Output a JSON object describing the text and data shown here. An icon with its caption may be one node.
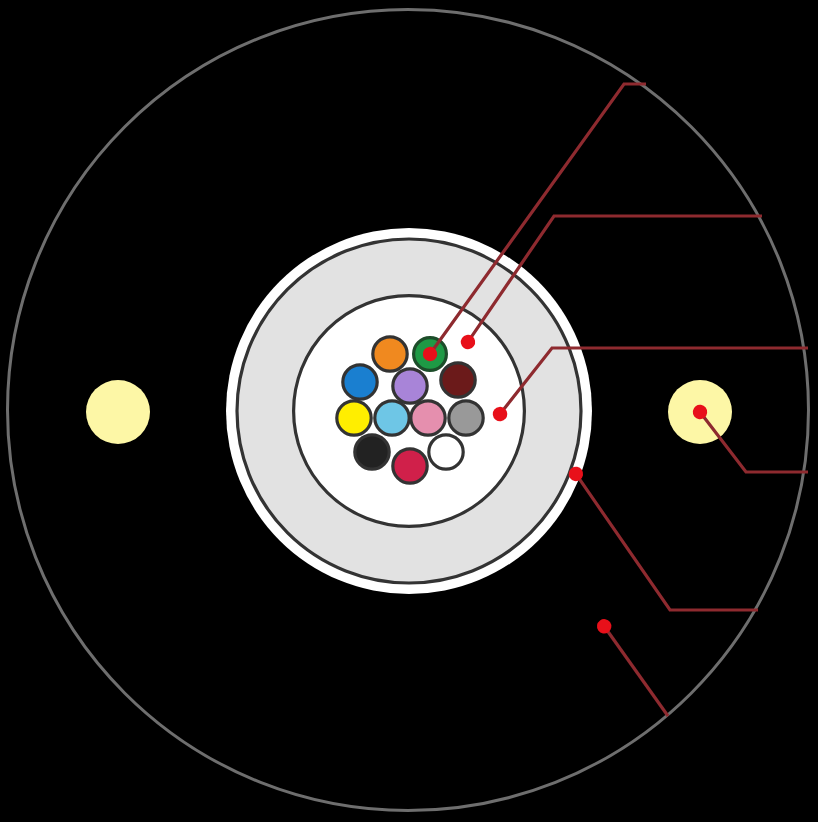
{
  "diagram": {
    "nodes": [
      {
        "text": [],
        "shape": "circle"
      },
      {
        "text": [],
        "shape": "circle",
        "in": 0
      },
      {
        "text": [],
        "shape": "circle",
        "in": 0
      },
      {
        "text": [],
        "shape": "circle",
        "in": 2
      },
      {
        "text": [],
        "shape": "circle",
        "in": 3
      },
      {
        "text": [],
        "shape": "circle",
        "in": 0
      }
    ],
    "edges": [
      {
        "from": null,
        "to": 4,
        "arrow": "other"
      },
      {
        "from": null,
        "to": 3,
        "arrow": "other"
      },
      {
        "from": null,
        "to": 3,
        "arrow": "other"
      },
      {
        "from": null,
        "to": 5,
        "arrow": "other"
      },
      {
        "from": null,
        "to": 2,
        "arrow": "other"
      },
      {
        "from": null,
        "to": 0,
        "arrow": "other"
      }
    ]
  }
}
